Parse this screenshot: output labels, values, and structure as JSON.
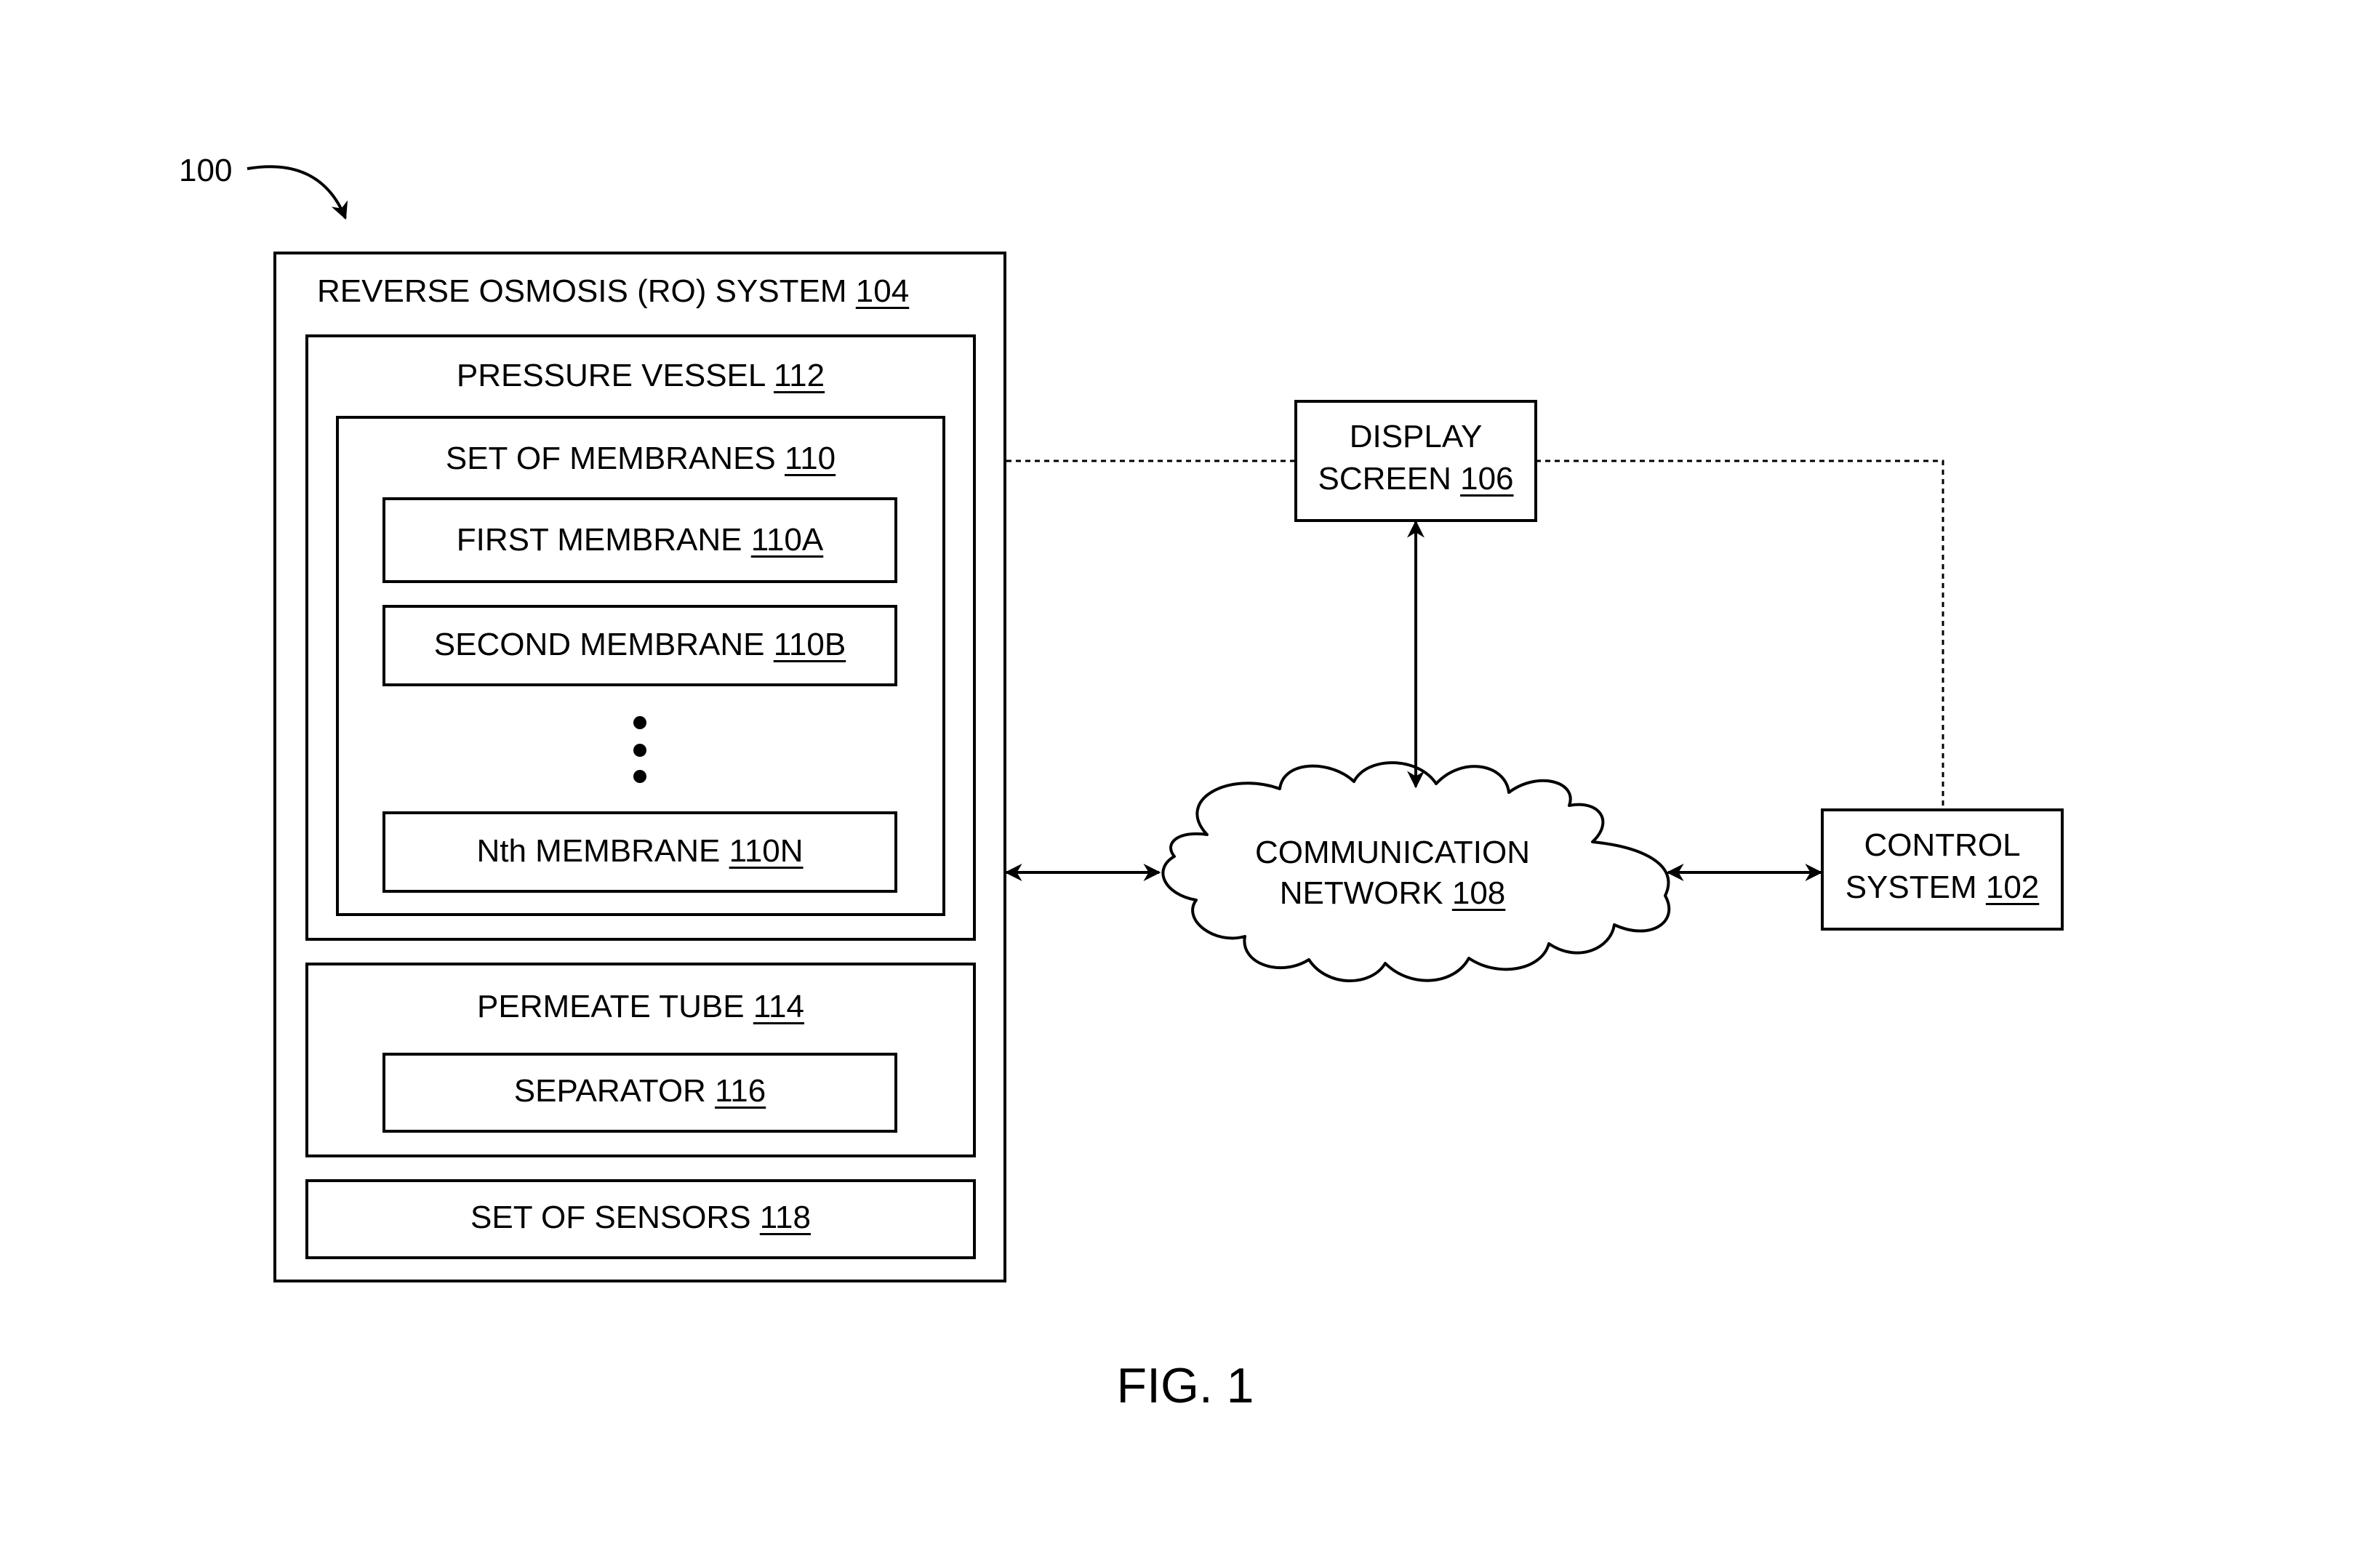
{
  "figure_ref": "100",
  "figure_caption": "FIG. 1",
  "ro_system": {
    "name": "REVERSE OSMOSIS (RO) SYSTEM",
    "ref": "104"
  },
  "pressure_vessel": {
    "name": "PRESSURE VESSEL",
    "ref": "112"
  },
  "membrane_set": {
    "name": "SET OF MEMBRANES",
    "ref": "110"
  },
  "membranes": [
    {
      "name": "FIRST MEMBRANE",
      "ref": "110A"
    },
    {
      "name": "SECOND MEMBRANE",
      "ref": "110B"
    },
    {
      "name": "Nth MEMBRANE",
      "ref": "110N"
    }
  ],
  "permeate_tube": {
    "name": "PERMEATE TUBE",
    "ref": "114"
  },
  "separator": {
    "name": "SEPARATOR",
    "ref": "116"
  },
  "sensors": {
    "name": "SET OF SENSORS",
    "ref": "118"
  },
  "display_screen": {
    "line1": "DISPLAY",
    "line2": "SCREEN",
    "ref": "106"
  },
  "network": {
    "line1": "COMMUNICATION",
    "line2": "NETWORK",
    "ref": "108"
  },
  "control_system": {
    "line1": "CONTROL",
    "line2": "SYSTEM",
    "ref": "102"
  }
}
